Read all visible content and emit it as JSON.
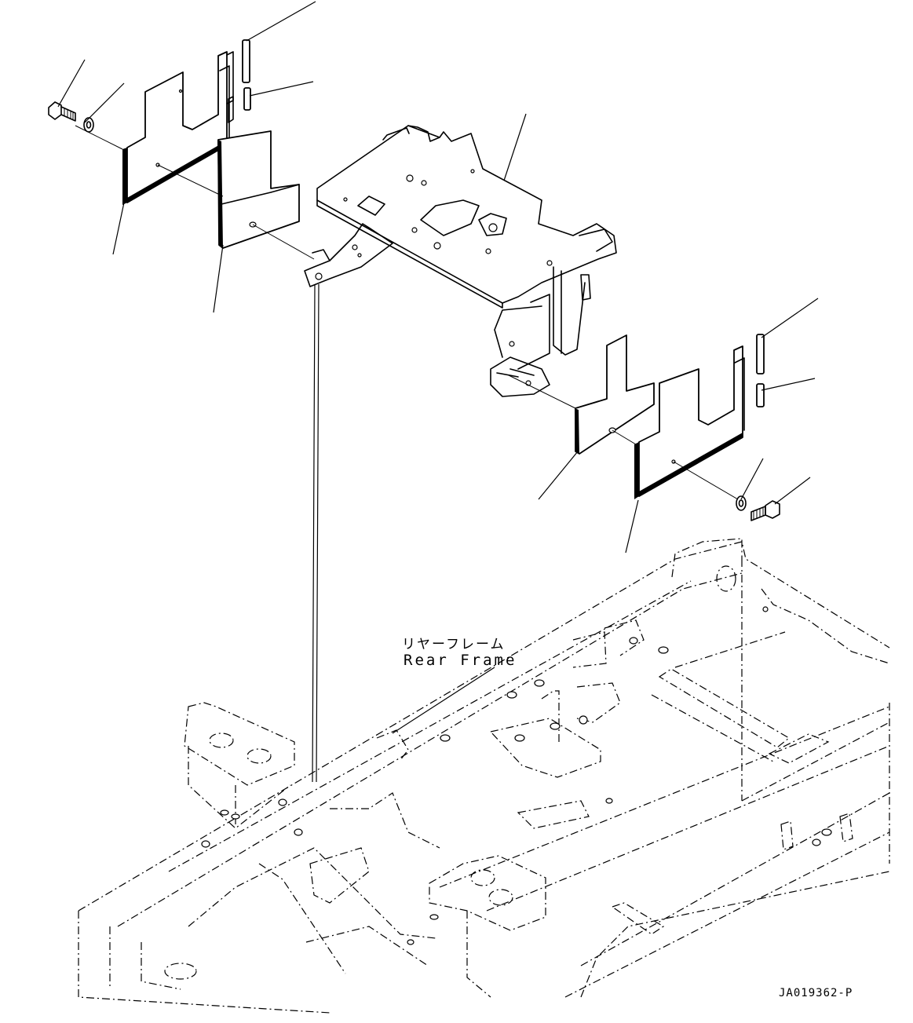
{
  "callout": {
    "name_jp": "リヤーフレーム",
    "name_en": "Rear Frame"
  },
  "drawing_number": "JA019362-P",
  "colors": {
    "line": "#000000",
    "background": "#ffffff"
  }
}
